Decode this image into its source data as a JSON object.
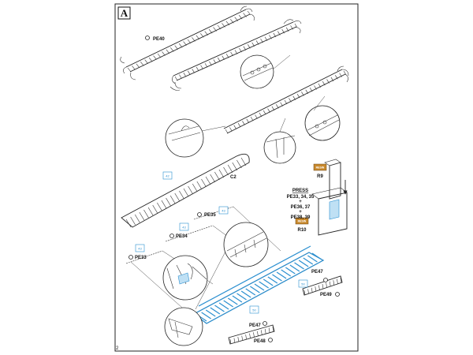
{
  "step": {
    "letter": "A"
  },
  "page_number": "2",
  "parts": {
    "pe40": "PE40",
    "c2": "C2",
    "pe35": "PE35",
    "pe34": "PE34",
    "pe33": "PE33",
    "pe47_right": "PE47",
    "pe49": "PE49",
    "pe47_left": "PE47",
    "pe48": "PE48",
    "r9": "R9",
    "r10": "R10"
  },
  "press_note": {
    "title": "PRESS",
    "line1": "PE33, 34, 35",
    "plus1": "+",
    "line2": "PE36, 37",
    "plus2": "+",
    "line3": "PE38, 39"
  },
  "colors": {
    "highlight": "#2a8fd0",
    "resin": "#c8892d"
  }
}
